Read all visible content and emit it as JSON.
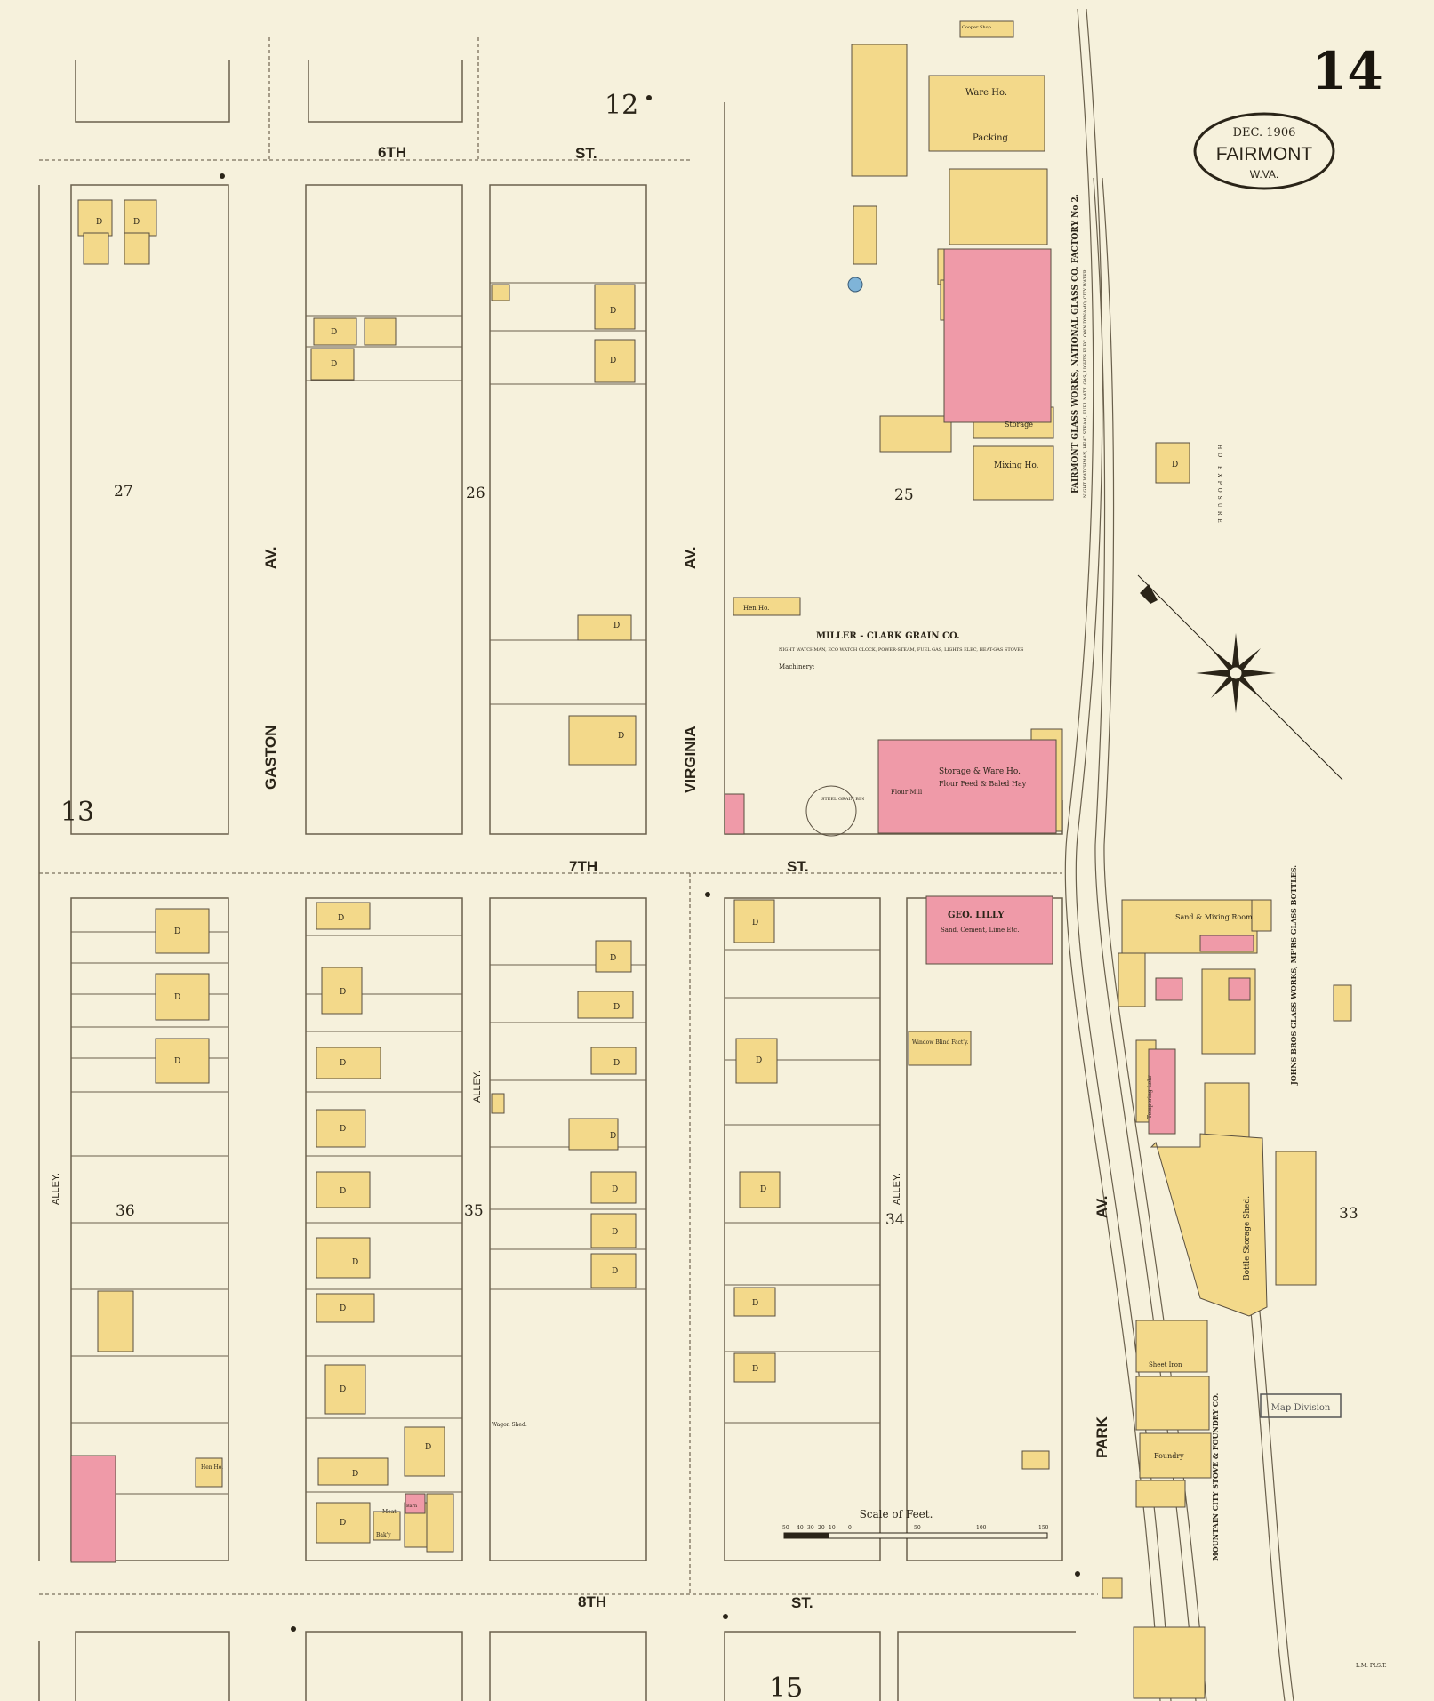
{
  "sheet": {
    "page_number": "14",
    "date": "DEC. 1906",
    "city": "FAIRMONT",
    "state": "W.VA.",
    "adjacent_sheets": {
      "north": "12",
      "west": "13",
      "south": "15"
    },
    "stamp": "Map Division",
    "scale_label": "Scale of Feet.",
    "scale_ticks": [
      "50",
      "40",
      "30",
      "20",
      "10",
      "0",
      "50",
      "100",
      "150"
    ],
    "engraver_mark": "L.M. PLS.T."
  },
  "streets": {
    "sixth": "6TH",
    "sixth_suffix": "ST.",
    "seventh": "7TH",
    "seventh_suffix": "ST.",
    "eighth": "8TH",
    "eighth_suffix": "ST.",
    "gaston_1": "GASTON",
    "gaston_2": "AV.",
    "virginia_1": "VIRGINIA",
    "virginia_2": "AV.",
    "park_1": "PARK",
    "park_2": "AV.",
    "alley": "ALLEY."
  },
  "blocks": [
    "27",
    "26",
    "25",
    "36",
    "35",
    "34",
    "33"
  ],
  "businesses": {
    "national_glass": "FAIRMONT GLASS WORKS, NATIONAL GLASS CO. FACTORY No 2.",
    "national_glass_note": "NIGHT WATCHMAN, HEAT STEAM, FUEL NAT'L GAS, LIGHTS ELEC. OWN DYNAMO, CITY WATER",
    "ware_house": "Ware Ho.",
    "packing": "Packing",
    "mixing_house": "Mixing Ho.",
    "storage": "Storage",
    "miller_clark": "MILLER - CLARK GRAIN CO.",
    "miller_clark_note": "NIGHT WATCHMAN, ECO WATCH CLOCK, POWER-STEAM, FUEL GAS, LIGHTS ELEC, HEAT-GAS STOVES",
    "machinery": "Machinery:",
    "storage_warehouse": "Storage & Ware Ho.",
    "flour_feed": "Flour Feed & Baled Hay",
    "flour_mill": "Flour Mill",
    "steel_grain_bin": "STEEL GRAIN BIN",
    "hen_house": "Hen Ho.",
    "geo_lilly": "GEO. LILLY",
    "geo_lilly_sub": "Sand, Cement, Lime Etc.",
    "window_blind": "Window Blind Fact'y.",
    "johns_bros": "JOHNS BROS GLASS WORKS, MF'RS GLASS BOTTLES.",
    "sand_mixing": "Sand & Mixing Room.",
    "bottle_storage": "Bottle Storage Shed.",
    "mountain_city": "MOUNTAIN CITY STOVE & FOUNDRY CO.",
    "foundry": "Foundry",
    "sheet_iron": "Sheet Iron",
    "tempering": "Tempering Lehr",
    "meat": "Meat",
    "bakery": "Bak'y",
    "barn": "Barn",
    "wagon_shed": "Wagon Shed.",
    "hex": "HO EXPOSURE"
  },
  "colors": {
    "paper": "#f6f1dc",
    "frame_yellow": "#f3d98a",
    "brick_pink": "#ef9aa8",
    "outline": "#5a5040",
    "pipe": "#7a6f5c",
    "blue": "#7fb4d8"
  }
}
